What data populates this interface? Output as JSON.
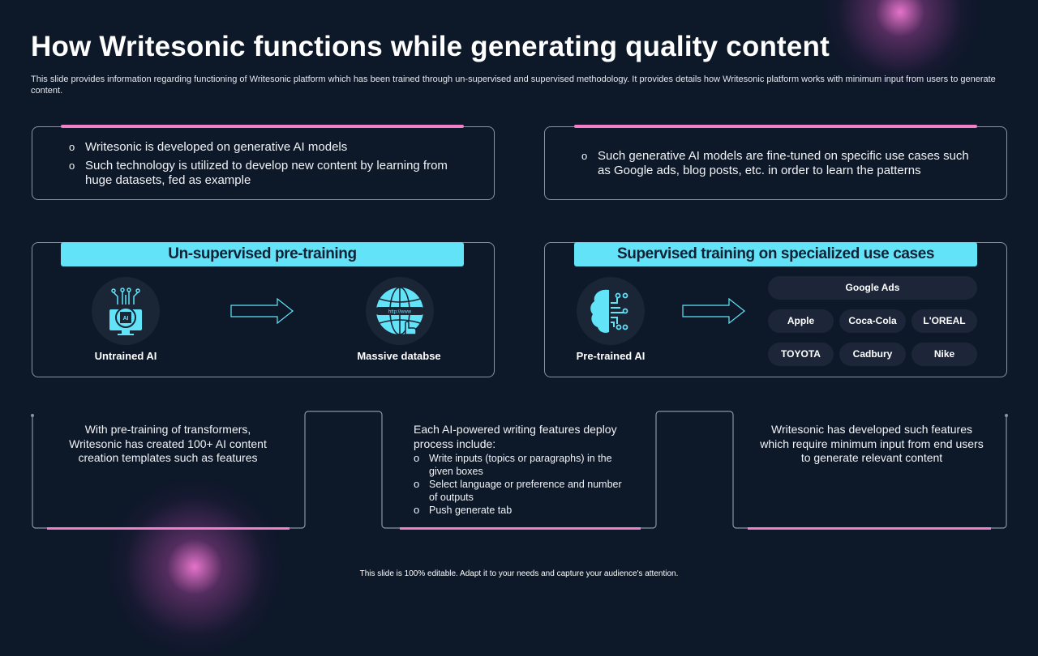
{
  "title": "How Writesonic functions while generating quality content",
  "subtitle": "This slide provides information regarding functioning of Writesonic platform which has been trained through un-supervised and supervised methodology. It provides details how Writesonic platform works with minimum input from users to generate content.",
  "top_left": {
    "bullets": [
      "Writesonic is developed on generative AI models",
      "Such technology is utilized to develop new content by learning from huge datasets, fed as example"
    ]
  },
  "top_right": {
    "bullets": [
      "Such generative AI models are fine-tuned on specific use cases such as Google ads, blog posts, etc. in order to learn the patterns"
    ]
  },
  "unsupervised": {
    "header": "Un-supervised pre-training",
    "left_label": "Untrained AI",
    "right_label": "Massive databse",
    "url_text": "http://www",
    "chip_text": "AI"
  },
  "supervised": {
    "header": "Supervised training on specialized use cases",
    "left_label": "Pre-trained AI",
    "use_cases": [
      "Google Ads",
      "Apple",
      "Coca-Cola",
      "L'OREAL",
      "TOYOTA",
      "Cadbury",
      "Nike"
    ]
  },
  "bottom": {
    "left": "With pre-training of transformers, Writesonic has created 100+ AI content creation templates such as features",
    "middle_intro": "Each AI-powered writing features deploy process include:",
    "middle_bullets": [
      "Write inputs (topics or paragraphs) in the given boxes",
      "Select language or preference and number of outputs",
      "Push generate tab"
    ],
    "right": "Writesonic has developed such features which require minimum input from end users to generate relevant content"
  },
  "footer": "This slide is 100% editable. Adapt it to your needs and capture your audience's attention.",
  "colors": {
    "background": "#0d1829",
    "accent_cyan": "#62e3f7",
    "accent_pink": "#f07fc8"
  }
}
